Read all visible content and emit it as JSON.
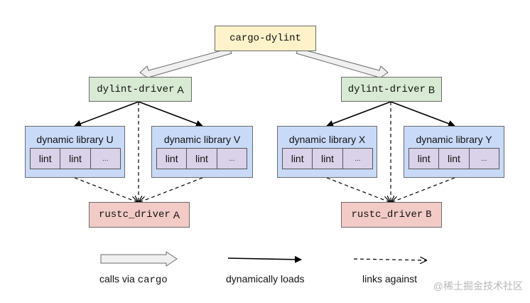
{
  "nodes": {
    "cargo": "cargo-dylint",
    "driver_a": {
      "prefix": "dylint-driver",
      "suffix": "A"
    },
    "driver_b": {
      "prefix": "dylint-driver",
      "suffix": "B"
    },
    "rustc_a": {
      "prefix": "rustc_driver",
      "suffix": "A"
    },
    "rustc_b": {
      "prefix": "rustc_driver",
      "suffix": "B"
    },
    "libraries": [
      {
        "title": "dynamic library U",
        "cells": [
          "lint",
          "lint",
          "..."
        ]
      },
      {
        "title": "dynamic library V",
        "cells": [
          "lint",
          "lint",
          "..."
        ]
      },
      {
        "title": "dynamic library X",
        "cells": [
          "lint",
          "lint",
          "..."
        ]
      },
      {
        "title": "dynamic library Y",
        "cells": [
          "lint",
          "lint",
          "..."
        ]
      }
    ]
  },
  "legend": {
    "calls_prefix": "calls via ",
    "calls_mono": "cargo",
    "loads": "dynamically loads",
    "links": "links against"
  },
  "watermark": "@稀土掘金技术社区"
}
